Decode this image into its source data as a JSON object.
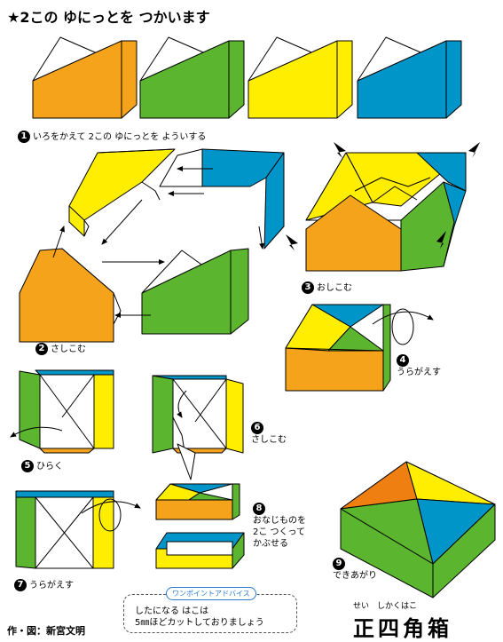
{
  "title": "★2この ゆにっとを つかいます",
  "steps": {
    "s1": {
      "num": "1",
      "text": "いろをかえて 2この ゆにっとを よういする"
    },
    "s2": {
      "num": "2",
      "text": "さしこむ"
    },
    "s3": {
      "num": "3",
      "text": "おしこむ"
    },
    "s4": {
      "num": "4",
      "text": "うらがえす"
    },
    "s5": {
      "num": "5",
      "text": "ひらく"
    },
    "s6": {
      "num": "6",
      "text": "さしこむ"
    },
    "s7": {
      "num": "7",
      "text": "うらがえす"
    },
    "s8": {
      "num": "8",
      "line1": "おなじものを",
      "line2": "2こ つくって",
      "line3": "かぶせる"
    },
    "s9": {
      "num": "9",
      "text": "できあがり"
    }
  },
  "advice": {
    "label": "ワンポイントアドバイス",
    "line1": "したになる はこは",
    "line2": "5㎜ほどカットしておりましょう"
  },
  "credit": "作・図：新宮文明",
  "box_title": "正四角箱",
  "ruby": "せい　しかくはこ",
  "colors": {
    "orange": "#f5a31a",
    "green": "#5cb52e",
    "yellow": "#ffee00",
    "blue": "#0095c8",
    "orange_deep": "#f07f12"
  }
}
